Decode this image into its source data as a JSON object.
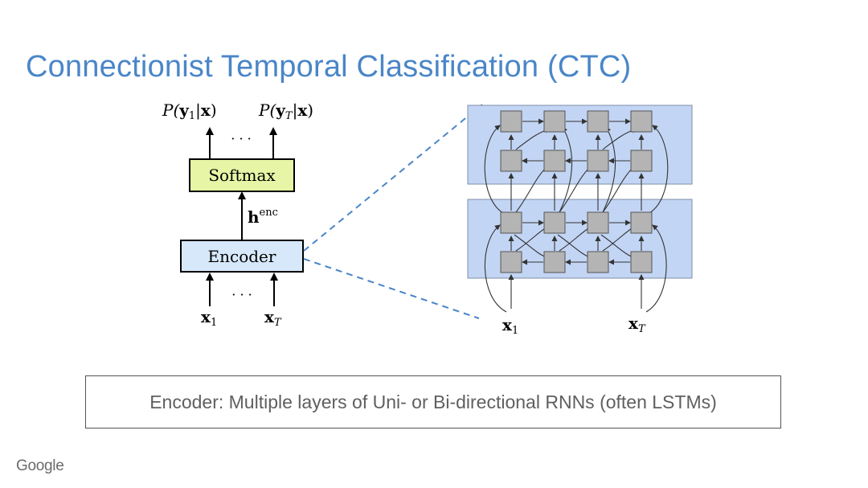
{
  "title": "Connectionist Temporal Classification (CTC)",
  "left_diagram": {
    "outputs": [
      {
        "prefix": "P(",
        "var": "y",
        "sub": "1",
        "suffix": "|",
        "cond": "x",
        "close": ")"
      },
      {
        "prefix": "P(",
        "var": "y",
        "sub": "T",
        "suffix": "|",
        "cond": "x",
        "close": ")"
      }
    ],
    "top_ellipsis": "· · ·",
    "softmax_label": "Softmax",
    "hidden_label": {
      "base": "h",
      "sup": "enc"
    },
    "encoder_label": "Encoder",
    "bottom_ellipsis": "· · ·",
    "inputs": [
      {
        "var": "x",
        "sub": "1"
      },
      {
        "var": "x",
        "sub": "T"
      }
    ]
  },
  "right_diagram": {
    "inputs": [
      {
        "var": "x",
        "sub": "1"
      },
      {
        "var": "x",
        "sub": "T"
      }
    ]
  },
  "caption": "Encoder: Multiple layers of Uni- or Bi-directional RNNs (often LSTMs)",
  "logo": "Google",
  "colors": {
    "title": "#4a86c8",
    "softmax_fill": "#e6f5a6",
    "encoder_fill": "#d7e8fa",
    "panel_fill": "#c3d5f4",
    "cell_fill": "#b4b4b4",
    "dash": "#4a86c8"
  }
}
